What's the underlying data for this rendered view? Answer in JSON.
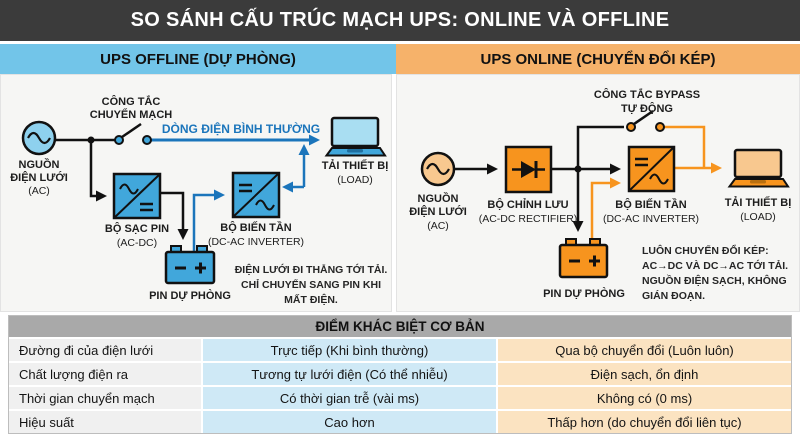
{
  "title": "SO SÁNH CẤU TRÚC MẠCH UPS: ONLINE VÀ OFFLINE",
  "colors": {
    "title_bg": "#3b3b3b",
    "offline_header_bg": "#72c5e9",
    "online_header_bg": "#f6b26a",
    "blue_box": "#41a7db",
    "blue_light": "#8ed1ee",
    "blue_line": "#1b75bb",
    "orange_box": "#f7941e",
    "orange_light": "#f8c890",
    "table_header_bg": "#a9a9a9",
    "table_label_bg": "#f0f0f0",
    "table_offline_bg": "#cfe9f6",
    "table_online_bg": "#fbe3c1"
  },
  "panels": {
    "offline": {
      "header": "UPS OFFLINE (DỰ PHÒNG)",
      "source": {
        "l1": "NGUỒN",
        "l2": "ĐIỆN LƯỚI",
        "l3": "(AC)"
      },
      "switch": {
        "l1": "CÔNG TẮC",
        "l2": "CHUYỂN MẠCH"
      },
      "flow_label": "DÒNG ĐIỆN BÌNH THƯỜNG",
      "charger": {
        "l1": "BỘ SẠC PIN",
        "l2": "(AC-DC)"
      },
      "inverter": {
        "l1": "BỘ BIẾN TẦN",
        "l2": "(DC-AC INVERTER)"
      },
      "battery": {
        "label": "PIN DỰ PHÒNG",
        "minus": "−",
        "plus": "+"
      },
      "load": {
        "l1": "TẢI THIẾT BỊ",
        "l2": "(LOAD)"
      },
      "note": {
        "l1": "ĐIỆN LƯỚI ĐI THẲNG TỚI TẢI.",
        "l2": "CHỈ CHUYỂN SANG PIN KHI",
        "l3": "MẤT ĐIỆN."
      }
    },
    "online": {
      "header": "UPS ONLINE (CHUYỂN ĐỔI KÉP)",
      "source": {
        "l1": "NGUỒN",
        "l2": "ĐIỆN LƯỚI",
        "l3": "(AC)"
      },
      "bypass": {
        "l1": "CÔNG TẮC BYPASS",
        "l2": "TỰ ĐỘNG"
      },
      "rectifier": {
        "l1": "BỘ CHỈNH LƯU",
        "l2": "(AC-DC RECTIFIER)"
      },
      "inverter": {
        "l1": "BỘ BIẾN TẦN",
        "l2": "(DC-AC INVERTER)"
      },
      "battery": {
        "label": "PIN DỰ PHÒNG",
        "minus": "−",
        "plus": "+"
      },
      "load": {
        "l1": "TẢI THIẾT BỊ",
        "l2": "(LOAD)"
      },
      "note": {
        "l1": "LUÔN CHUYỂN ĐỔI KÉP:",
        "l2": "AC→DC VÀ DC→AC TỚI TẢI.",
        "l3": "NGUỒN ĐIỆN SẠCH, KHÔNG",
        "l4": "GIÁN ĐOẠN."
      }
    }
  },
  "table": {
    "header": "ĐIỂM KHÁC BIỆT CƠ BẢN",
    "rows": [
      {
        "label": "Đường đi của điện lưới",
        "offline": "Trực tiếp (Khi bình thường)",
        "online": "Qua bộ chuyển đổi (Luôn luôn)"
      },
      {
        "label": "Chất lượng điện ra",
        "offline": "Tương tự lưới điện (Có thể nhiễu)",
        "online": "Điện sạch, ổn định"
      },
      {
        "label": "Thời gian chuyển mạch",
        "offline": "Có thời gian trễ (vài ms)",
        "online": "Không có (0 ms)"
      },
      {
        "label": "Hiệu suất",
        "offline": "Cao hơn",
        "online": "Thấp hơn (do chuyển đổi liên tục)"
      }
    ]
  }
}
